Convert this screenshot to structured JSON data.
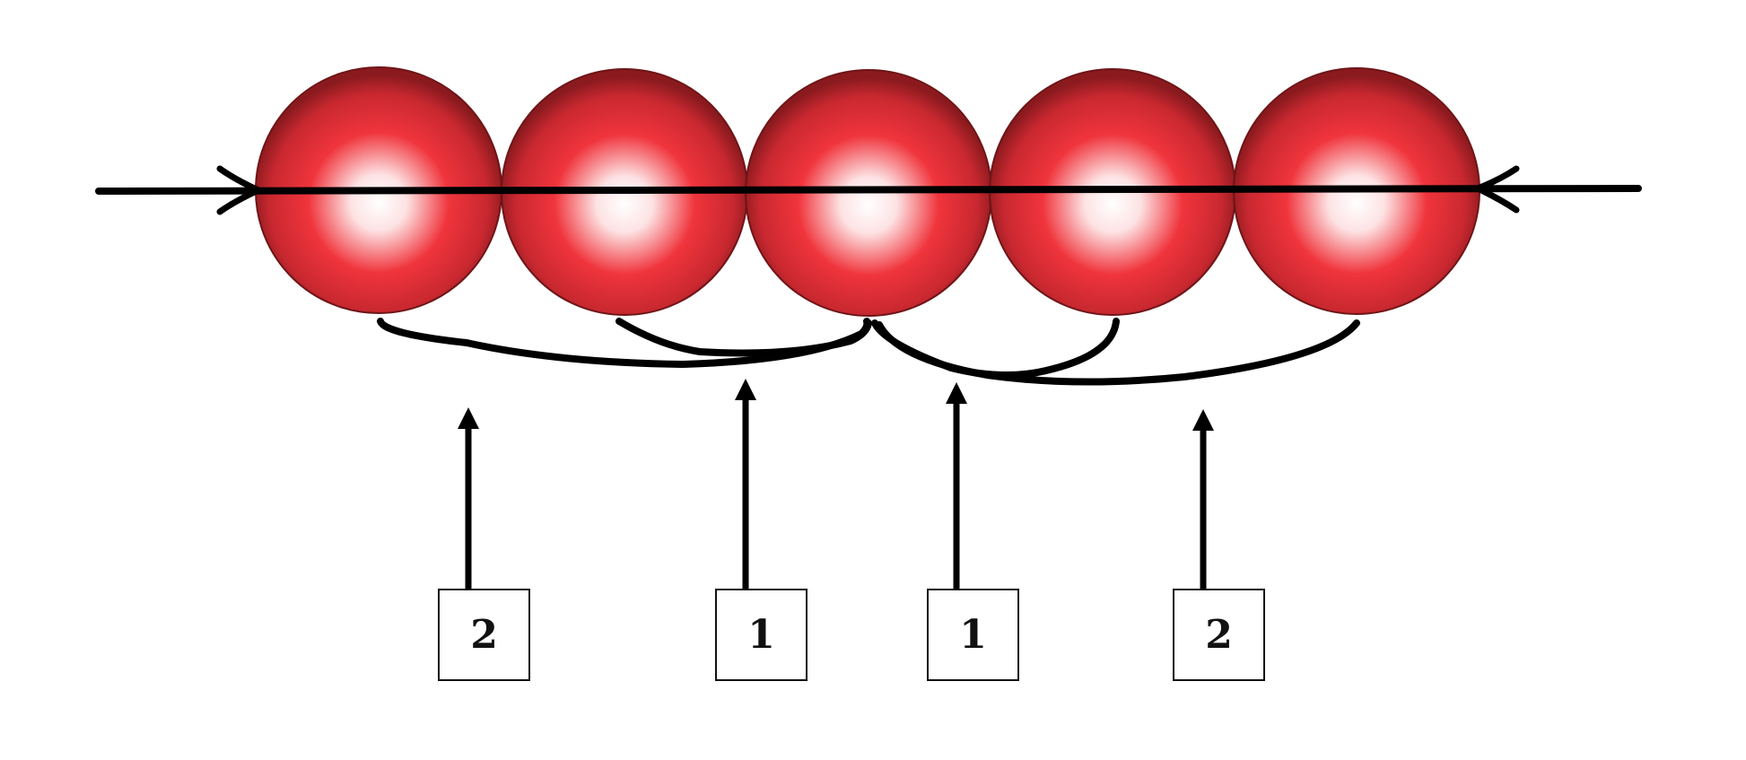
{
  "colors": {
    "ball_highlight": "#ffffff",
    "ball_mid": "#f0343c",
    "ball_edge": "#8a1a1e",
    "line": "#000000"
  },
  "balls": [
    {
      "id": "ball-1"
    },
    {
      "id": "ball-2"
    },
    {
      "id": "ball-3"
    },
    {
      "id": "ball-4"
    },
    {
      "id": "ball-5"
    }
  ],
  "labels": [
    {
      "text": "2"
    },
    {
      "text": "1"
    },
    {
      "text": "1"
    },
    {
      "text": "2"
    }
  ]
}
